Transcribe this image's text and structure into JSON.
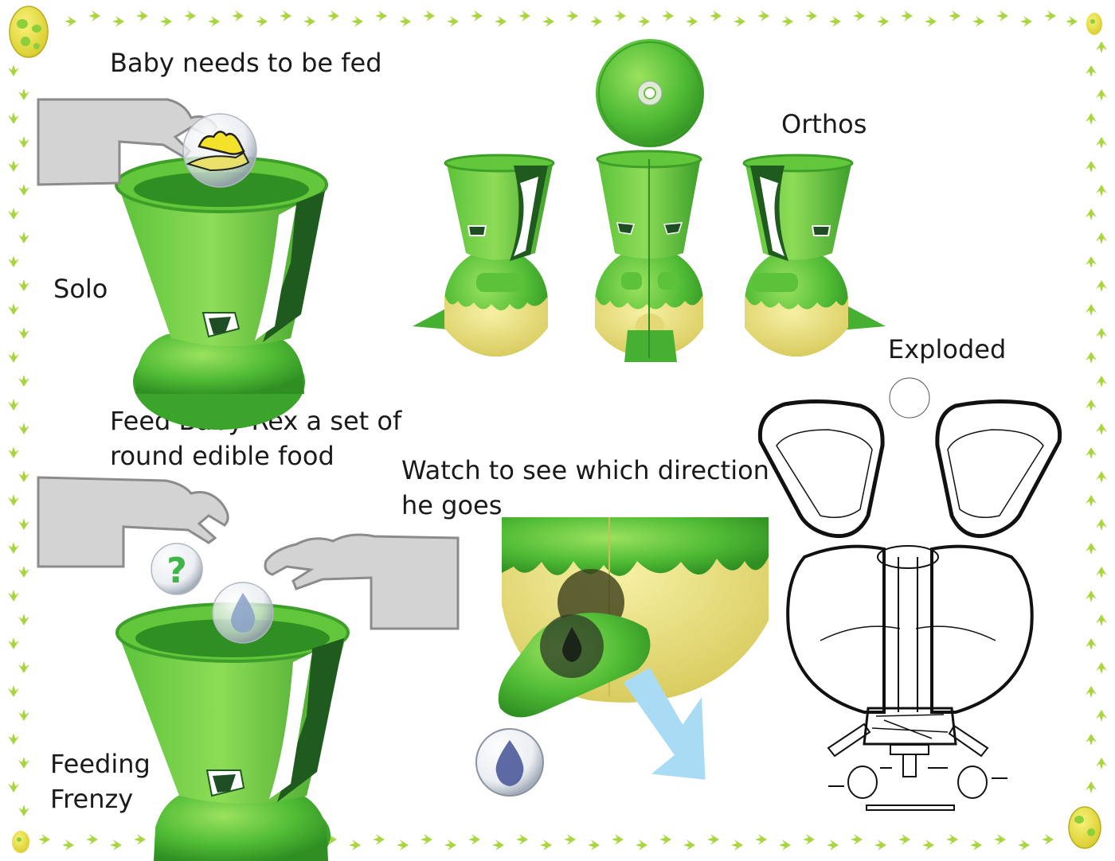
{
  "labels": {
    "baby_needs_fed": "Baby needs to be fed",
    "orthos": "Orthos",
    "solo": "Solo",
    "exploded": "Exploded",
    "feed_line1": "Feed Baby Rex a set of",
    "feed_line2": "round edible food",
    "watch_line1": "Watch to see which direction",
    "watch_line2": "he goes",
    "frenzy_line1": "Feeding",
    "frenzy_line2": "Frenzy"
  },
  "icons": {
    "border": "footprint-border",
    "corner": "spotted-egg-icon",
    "question": "question-mark-icon",
    "drop": "water-drop-icon",
    "arrow": "direction-arrow-icon"
  },
  "colors": {
    "green_light": "#7cd04a",
    "green": "#49b534",
    "green_dark": "#2f7f22",
    "yellow": "#ece27a",
    "hand": "#d3d3d3",
    "arrow": "#a9dcf4",
    "border_green": "#a9d640"
  }
}
